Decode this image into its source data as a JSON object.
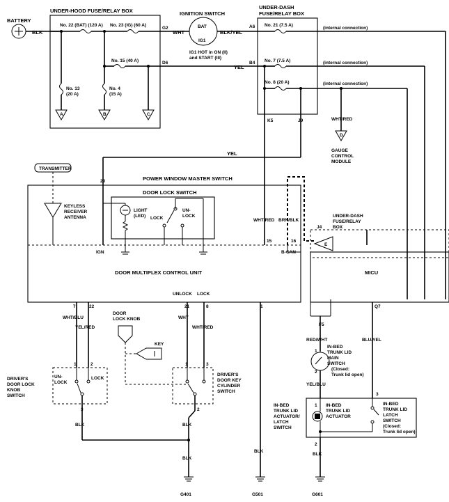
{
  "battery": {
    "label": "BATTERY",
    "wire": "BLK"
  },
  "underhood_box": {
    "title": "UNDER-HOOD FUSE/RELAY BOX",
    "fuse22": "No. 22 (BAT) (120 A)",
    "fuse23": "No. 23 (IG) (60 A)",
    "fuse15": "No. 15 (40 A)",
    "fuse13": [
      "No. 13",
      "(20 A)"
    ],
    "fuse4": [
      "No. 4",
      "(15 A)"
    ],
    "term_g2": "G2",
    "term_d6": "D6",
    "out_a": "A",
    "out_b": "B",
    "out_c": "C"
  },
  "ignition_switch": {
    "title": "IGNITION SWITCH",
    "bat": "BAT",
    "ig1": "IG1",
    "note": [
      "IG1 HOT in ON (II)",
      "and START (III)"
    ],
    "wire_in": "WHT",
    "wire_out": "BLK/YEL"
  },
  "underdash_box": {
    "title": [
      "UNDER-DASH",
      "FUSE/RELAY BOX"
    ],
    "term_a6": "A6",
    "term_b4": "B4",
    "fuse21": "No. 21 (7.5 A)",
    "fuse7": "No. 7 (7.5 A)",
    "fuse8": "No. 8 (20 A)",
    "internal": "(internal connection)",
    "term_k5": "K5",
    "term_j9": "J9",
    "wire_b4": "YEL"
  },
  "gauge": {
    "wire": "WHT/RED",
    "term": "D",
    "label": [
      "GAUGE",
      "CONTROL",
      "MODULE"
    ]
  },
  "transmitter": {
    "label": "TRANSMITTER"
  },
  "keyless": {
    "label": [
      "KEYLESS",
      "RECEIVER",
      "ANTENNA"
    ]
  },
  "master_switch": {
    "title": "POWER WINDOW MASTER SWITCH",
    "pin20": "20",
    "wire_yel": "YEL"
  },
  "door_lock_switch": {
    "title": "DOOR LOCK SWITCH",
    "light": [
      "LIGHT",
      "(LED)"
    ],
    "lock": "LOCK",
    "unlock": [
      "UN-",
      "LOCK"
    ]
  },
  "multiplex": {
    "title": "DOOR MULTIPLEX CONTROL UNIT",
    "ign": "IGN",
    "pin15": "15",
    "pin16": "16",
    "bcan": "B-CAN",
    "wire15": "WHT/RED",
    "wire16": "BRN/BLK",
    "unlock": "UNLOCK",
    "lock": "LOCK",
    "pin7": "7",
    "pin22": "22",
    "pin21": "21",
    "pin8": "8",
    "pin1": "1"
  },
  "underdash2": {
    "label": [
      "UNDER-DASH",
      "FUSE/RELAY",
      "BOX"
    ],
    "term_j4": "J4",
    "term_e": "E"
  },
  "micu": {
    "title": "MICU",
    "f5": "F5",
    "q7": "Q7"
  },
  "wires": {
    "w7": "WHT/BLU",
    "w22": "YEL/RED",
    "w21": "WHT",
    "w8": "WHT/RED",
    "f5": "RED/WHT",
    "q7": "BLU/YEL",
    "blk": "BLK",
    "yel_blu": "YEL/BLU"
  },
  "door_lock_knob": {
    "label": [
      "DOOR",
      "LOCK KNOB"
    ]
  },
  "key": {
    "label": "KEY"
  },
  "knob_switch": {
    "label": [
      "DRIVER'S",
      "DOOR LOCK",
      "KNOB",
      "SWITCH"
    ],
    "un": "UN-",
    "lock_un": "LOCK",
    "lock": "LOCK",
    "p1": "1",
    "p2": "2",
    "p3": "3"
  },
  "key_cyl": {
    "label": [
      "DRIVER'S",
      "DOOR KEY",
      "CYLINDER",
      "SWITCH"
    ],
    "p1": "1",
    "p2": "2",
    "p3": "3"
  },
  "trunk_main": {
    "label": [
      "IN-BED",
      "TRUNK LID",
      "MAIN",
      "SWITCH",
      "(Closed:",
      "Trunk lid open)"
    ],
    "p1": "1",
    "p2": "2"
  },
  "actuator": {
    "outer": [
      "IN-BED",
      "TRUNK LID",
      "ACTUATOR/",
      "LATCH",
      "SWITCH"
    ],
    "inner": [
      "IN-BED",
      "TRUNK LID",
      "ACTUATOR"
    ],
    "p1": "1",
    "p2": "2"
  },
  "latch": {
    "label": [
      "IN-BED",
      "TRUNK LID",
      "LATCH",
      "SWITCH",
      "(Closed:",
      "Trunk lid open)"
    ],
    "p3": "3"
  },
  "grounds": {
    "g401": "G401",
    "g501": "G501",
    "g601": "G601"
  }
}
